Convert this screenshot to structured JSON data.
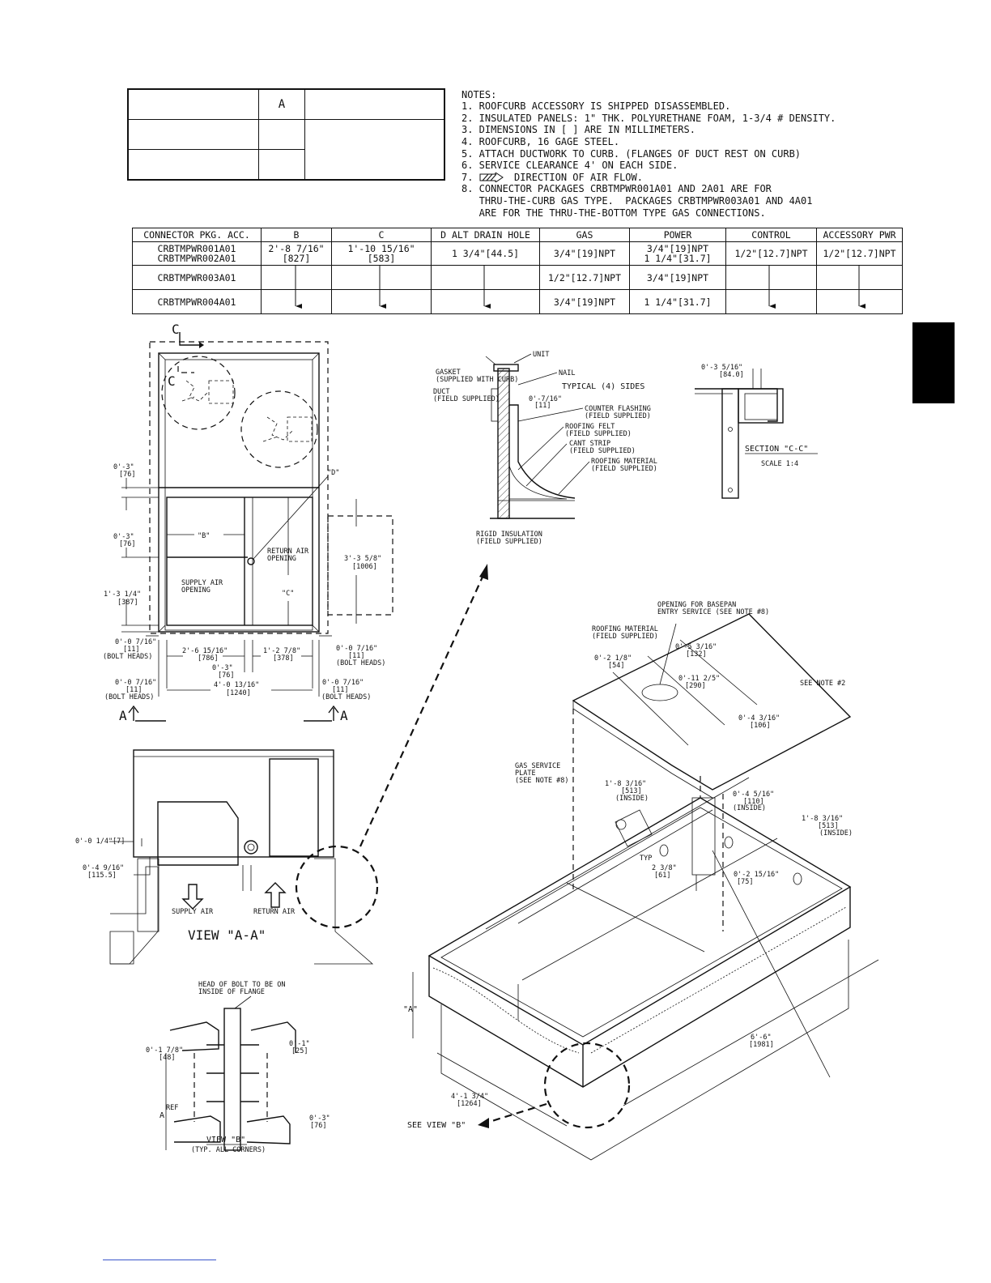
{
  "top_table": {
    "header": [
      "",
      "A",
      ""
    ],
    "rows": [
      [
        "",
        "",
        ""
      ],
      [
        "",
        "",
        ""
      ]
    ]
  },
  "notes": {
    "title": "NOTES:",
    "items": [
      "1. ROOFCURB ACCESSORY IS SHIPPED DISASSEMBLED.",
      "2. INSULATED PANELS: 1\" THK. POLYURETHANE FOAM, 1-3/4 # DENSITY.",
      "3. DIMENSIONS IN [ ] ARE IN MILLIMETERS.",
      "4. ROOFCURB, 16 GAGE STEEL.",
      "5. ATTACH DUCTWORK TO CURB. (FLANGES OF DUCT REST ON CURB)",
      "6. SERVICE CLEARANCE 4' ON EACH SIDE.",
      "7.       DIRECTION OF AIR FLOW.",
      "8. CONNECTOR PACKAGES CRBTMPWR001A01 AND 2A01 ARE FOR\n   THRU-THE-CURB GAS TYPE.  PACKAGES CRBTMPWR003A01 AND 4A01\n   ARE FOR THE THRU-THE-BOTTOM TYPE GAS CONNECTIONS."
    ]
  },
  "connector_table": {
    "headers": [
      "CONNECTOR PKG. ACC.",
      "B",
      "C",
      "D ALT DRAIN HOLE",
      "GAS",
      "POWER",
      "CONTROL",
      "ACCESSORY PWR"
    ],
    "row1": {
      "pkg": "CRBTMPWR001A01\nCRBTMPWR002A01",
      "b": "2'-8 7/16\"\n[827]",
      "c": "1'-10 15/16\"\n[583]",
      "d": "1 3/4\"[44.5]",
      "gas": "3/4\"[19]NPT",
      "power": "3/4\"[19]NPT\n1 1/4\"[31.7]",
      "control": "1/2\"[12.7]NPT",
      "acc": "1/2\"[12.7]NPT"
    },
    "row2": {
      "pkg": "CRBTMPWR003A01",
      "gas": "1/2\"[12.7]NPT",
      "power": "3/4\"[19]NPT"
    },
    "row3": {
      "pkg": "CRBTMPWR004A01",
      "gas": "3/4\"[19]NPT",
      "power": "1 1/4\"[31.7]"
    }
  },
  "plan_view": {
    "section_c": "C",
    "dim_0_3_top": "0'-3\"",
    "mm_76_top": "[76]",
    "dim_0_3_mid": "0'-3\"",
    "mm_76_mid": "[76]",
    "dim_1_3": "1'-3 1/4\"",
    "mm_387": "[387]",
    "label_b": "\"B\"",
    "label_c": "\"C\"",
    "label_d": "\"D\"",
    "return_air": "RETURN AIR\nOPENING",
    "supply_air": "SUPPLY AIR\nOPENING",
    "dim_3_3": "3'-3 5/8\"",
    "mm_1006": "[1006]",
    "bolt_left_dim": "0'-0 7/16\"",
    "bolt_left_mm": "[11]",
    "bolt_left_lbl": "(BOLT HEADS)",
    "bolt_right_dim": "0'-0 7/16\"",
    "bolt_right_mm": "[11]",
    "bolt_right_lbl": "(BOLT HEADS)",
    "dim_2_6": "2'-6 15/16\"",
    "mm_786": "[786]",
    "dim_1_2": "1'-2 7/8\"",
    "mm_378": "[378]",
    "dim_0_3_bot": "0'-3\"",
    "mm_76_bot": "[76]",
    "dim_4_0": "4'-0 13/16\"",
    "mm_1240": "[1240]",
    "bolt_bl_dim": "0'-0 7/16\"",
    "bolt_bl_mm": "[11]",
    "bolt_bl_lbl": "(BOLT HEADS)",
    "bolt_br_dim": "0'-0 7/16\"",
    "bolt_br_mm": "[11]",
    "bolt_br_lbl": "(BOLT HEADS)",
    "section_a": "A"
  },
  "detail_typical": {
    "unit": "UNIT",
    "gasket": "GASKET\n(SUPPLIED WITH CURB)",
    "nail": "NAIL",
    "typical": "TYPICAL (4) SIDES",
    "duct": "DUCT\n(FIELD SUPPLIED)",
    "dim": "0'-7/16\"",
    "mm": "[11]",
    "counter": "COUNTER FLASHING\n(FIELD SUPPLIED)",
    "felt": "ROOFING FELT\n(FIELD SUPPLIED)",
    "cant": "CANT STRIP\n(FIELD SUPPLIED)",
    "roofmat": "ROOFING MATERIAL\n(FIELD SUPPLIED)",
    "rigid": "RIGID INSULATION\n(FIELD SUPPLIED)"
  },
  "section_cc": {
    "dim": "0'-3 5/16\"",
    "mm": "[84.0]",
    "title": "SECTION \"C-C\"",
    "scale": "SCALE 1:4"
  },
  "view_aa": {
    "dim1": "0'-0 1/4\"[7]",
    "dim2": "0'-4 9/16\"",
    "mm2": "[115.5]",
    "supply": "SUPPLY AIR",
    "return": "RETURN AIR",
    "title": "VIEW \"A-A\""
  },
  "view_b": {
    "head_bolt": "HEAD OF BOLT TO BE ON\nINSIDE OF FLANGE",
    "dim1": "0'-1 7/8\"",
    "mm1": "[48]",
    "dim2": "0'-1\"",
    "mm2": "[25]",
    "ref": "REF",
    "a": "A",
    "dim3": "0'-3\"",
    "mm3": "[76]",
    "title": "VIEW \"B\"",
    "sub": "(TYP. ALL CORNERS)"
  },
  "iso_view": {
    "opening": "OPENING FOR BASEPAN\nENTRY SERVICE (SEE NOTE #8)",
    "roofmat": "ROOFING MATERIAL\n(FIELD SUPPLIED)",
    "dim_0_5": "0'-5 3/16\"",
    "mm_132": "[132]",
    "dim_0_2": "0'-2 1/8\"",
    "mm_54": "[54]",
    "dim_0_11": "0'-11 2/5\"",
    "mm_290": "[290]",
    "see_note2": "SEE NOTE #2",
    "dim_0_4": "0'-4 3/16\"",
    "mm_106": "[106]",
    "gas_plate": "GAS SERVICE\nPLATE\n(SEE NOTE #8)",
    "dim_1_8a": "1'-8 3/16\"",
    "mm_513a": "[513]",
    "inside_a": "(INSIDE)",
    "dim_0_4b": "0'-4 5/16\"",
    "mm_110": "[110]",
    "inside_b": "(INSIDE)",
    "dim_1_8b": "1'-8 3/16\"",
    "mm_513b": "[513]",
    "inside_c": "(INSIDE)",
    "typ": "TYP",
    "dim_2_3": "2 3/8\"",
    "mm_61": "[61]",
    "dim_0_2b": "0'-2 15/16\"",
    "mm_75": "[75]",
    "label_a": "\"A\"",
    "dim_6_6": "6'-6\"",
    "mm_1981": "[1981]",
    "dim_4_1": "4'-1 3/4\"",
    "mm_1264": "[1264]",
    "see_view_b": "SEE VIEW \"B\""
  }
}
